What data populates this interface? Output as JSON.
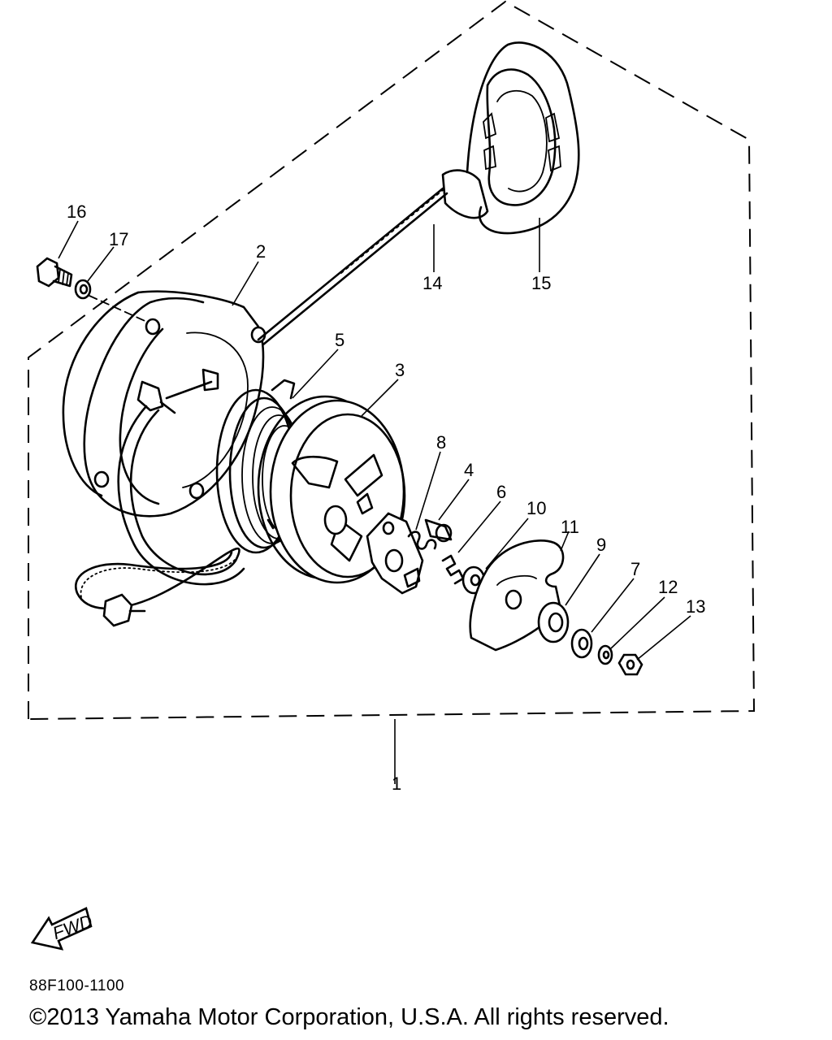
{
  "diagram": {
    "callouts": [
      "16",
      "17",
      "2",
      "5",
      "3",
      "14",
      "15",
      "8",
      "4",
      "6",
      "10",
      "11",
      "9",
      "7",
      "12",
      "13",
      "1"
    ],
    "fwd_label": "FWD",
    "part_number": "88F100-1100",
    "copyright": "©2013 Yamaha Motor Corporation, U.S.A. All rights reserved."
  }
}
